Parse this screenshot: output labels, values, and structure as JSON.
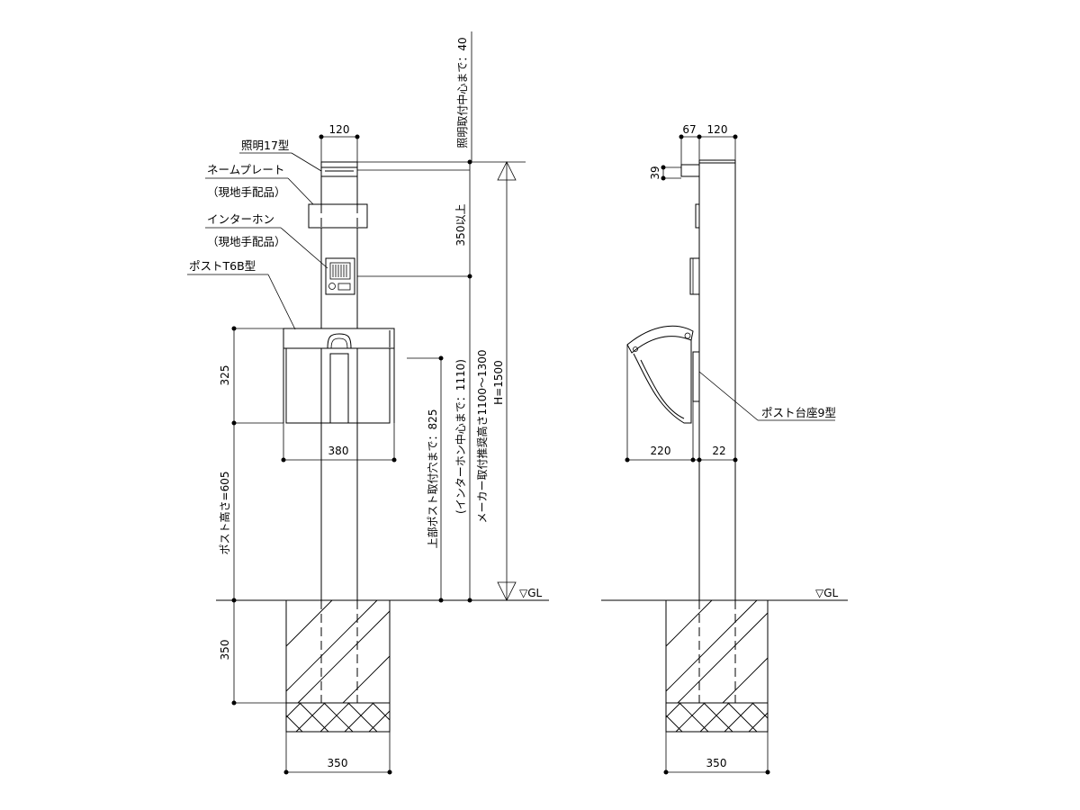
{
  "front": {
    "dims": {
      "pole_width": "120",
      "post_height_325": "325",
      "post_width_380": "380",
      "foundation_depth": "350",
      "foundation_width": "350",
      "post_height": "ポスト高さ=605",
      "upper_post_hole": "上部ポスト取付穴まで：825",
      "interphone_center": "(インターホン中心まで：1110)",
      "maker_recommend": "メーカー取付推奨高さ1100～1300",
      "total_height": "H=1500",
      "min_350": "350以上",
      "light_center": "照明取付中心まで：40"
    },
    "labels": {
      "light": "照明17型",
      "name_plate": "ネームプレート",
      "name_plate_note": "（現地手配品）",
      "interphone": "インターホン",
      "interphone_note": "（現地手配品）",
      "post": "ポストT6B型",
      "gl": "▽GL"
    }
  },
  "side": {
    "dims": {
      "offset_67": "67",
      "pole_width": "120",
      "light_39": "39",
      "post_depth": "220",
      "base_22": "22",
      "foundation_width": "350"
    },
    "labels": {
      "post_base": "ポスト台座9型",
      "gl": "▽GL"
    }
  }
}
